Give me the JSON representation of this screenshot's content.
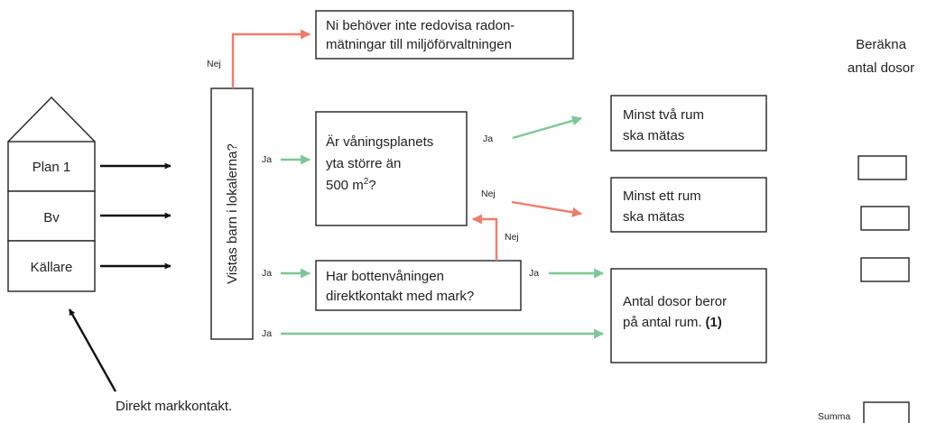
{
  "colors": {
    "black_arrow": "#111111",
    "green_arrow": "#7cc896",
    "red_arrow": "#ef7c6a",
    "box_stroke": "#222222"
  },
  "header": {
    "line1": "Beräkna",
    "line2": "antal dosor"
  },
  "house": {
    "floors": [
      "Plan 1",
      "Bv",
      "Källare"
    ]
  },
  "caption": "Direkt markkontakt.",
  "question_children": "Vistas barn i lokalerna?",
  "box_no_report": {
    "line1": "Ni behöver inte redovisa radon-",
    "line2": "mätningar till miljöförvaltningen"
  },
  "box_area": {
    "line1": "Är våningsplanets",
    "line2": "yta större än",
    "line3_main": "500 m",
    "line3_sup": "2",
    "line3_end": "?"
  },
  "box_ground": {
    "line1": "Har bottenvåningen",
    "line2": "direktkontakt med mark?"
  },
  "box_two_rooms": {
    "line1": "Minst två rum",
    "line2": "ska mätas"
  },
  "box_one_room": {
    "line1": "Minst ett rum",
    "line2": "ska mätas"
  },
  "box_doses": {
    "line1": "Antal dosor beror",
    "line2": "på antal rum.",
    "line2_bold": "(1)"
  },
  "labels": {
    "nej_top": "Nej",
    "ja_area": "Ja",
    "ja_ground": "Ja",
    "ja_bottom": "Ja",
    "ja_two": "Ja",
    "nej_one": "Nej",
    "nej_up": "Nej",
    "ja_doses": "Ja"
  },
  "sum_label": "Summa"
}
